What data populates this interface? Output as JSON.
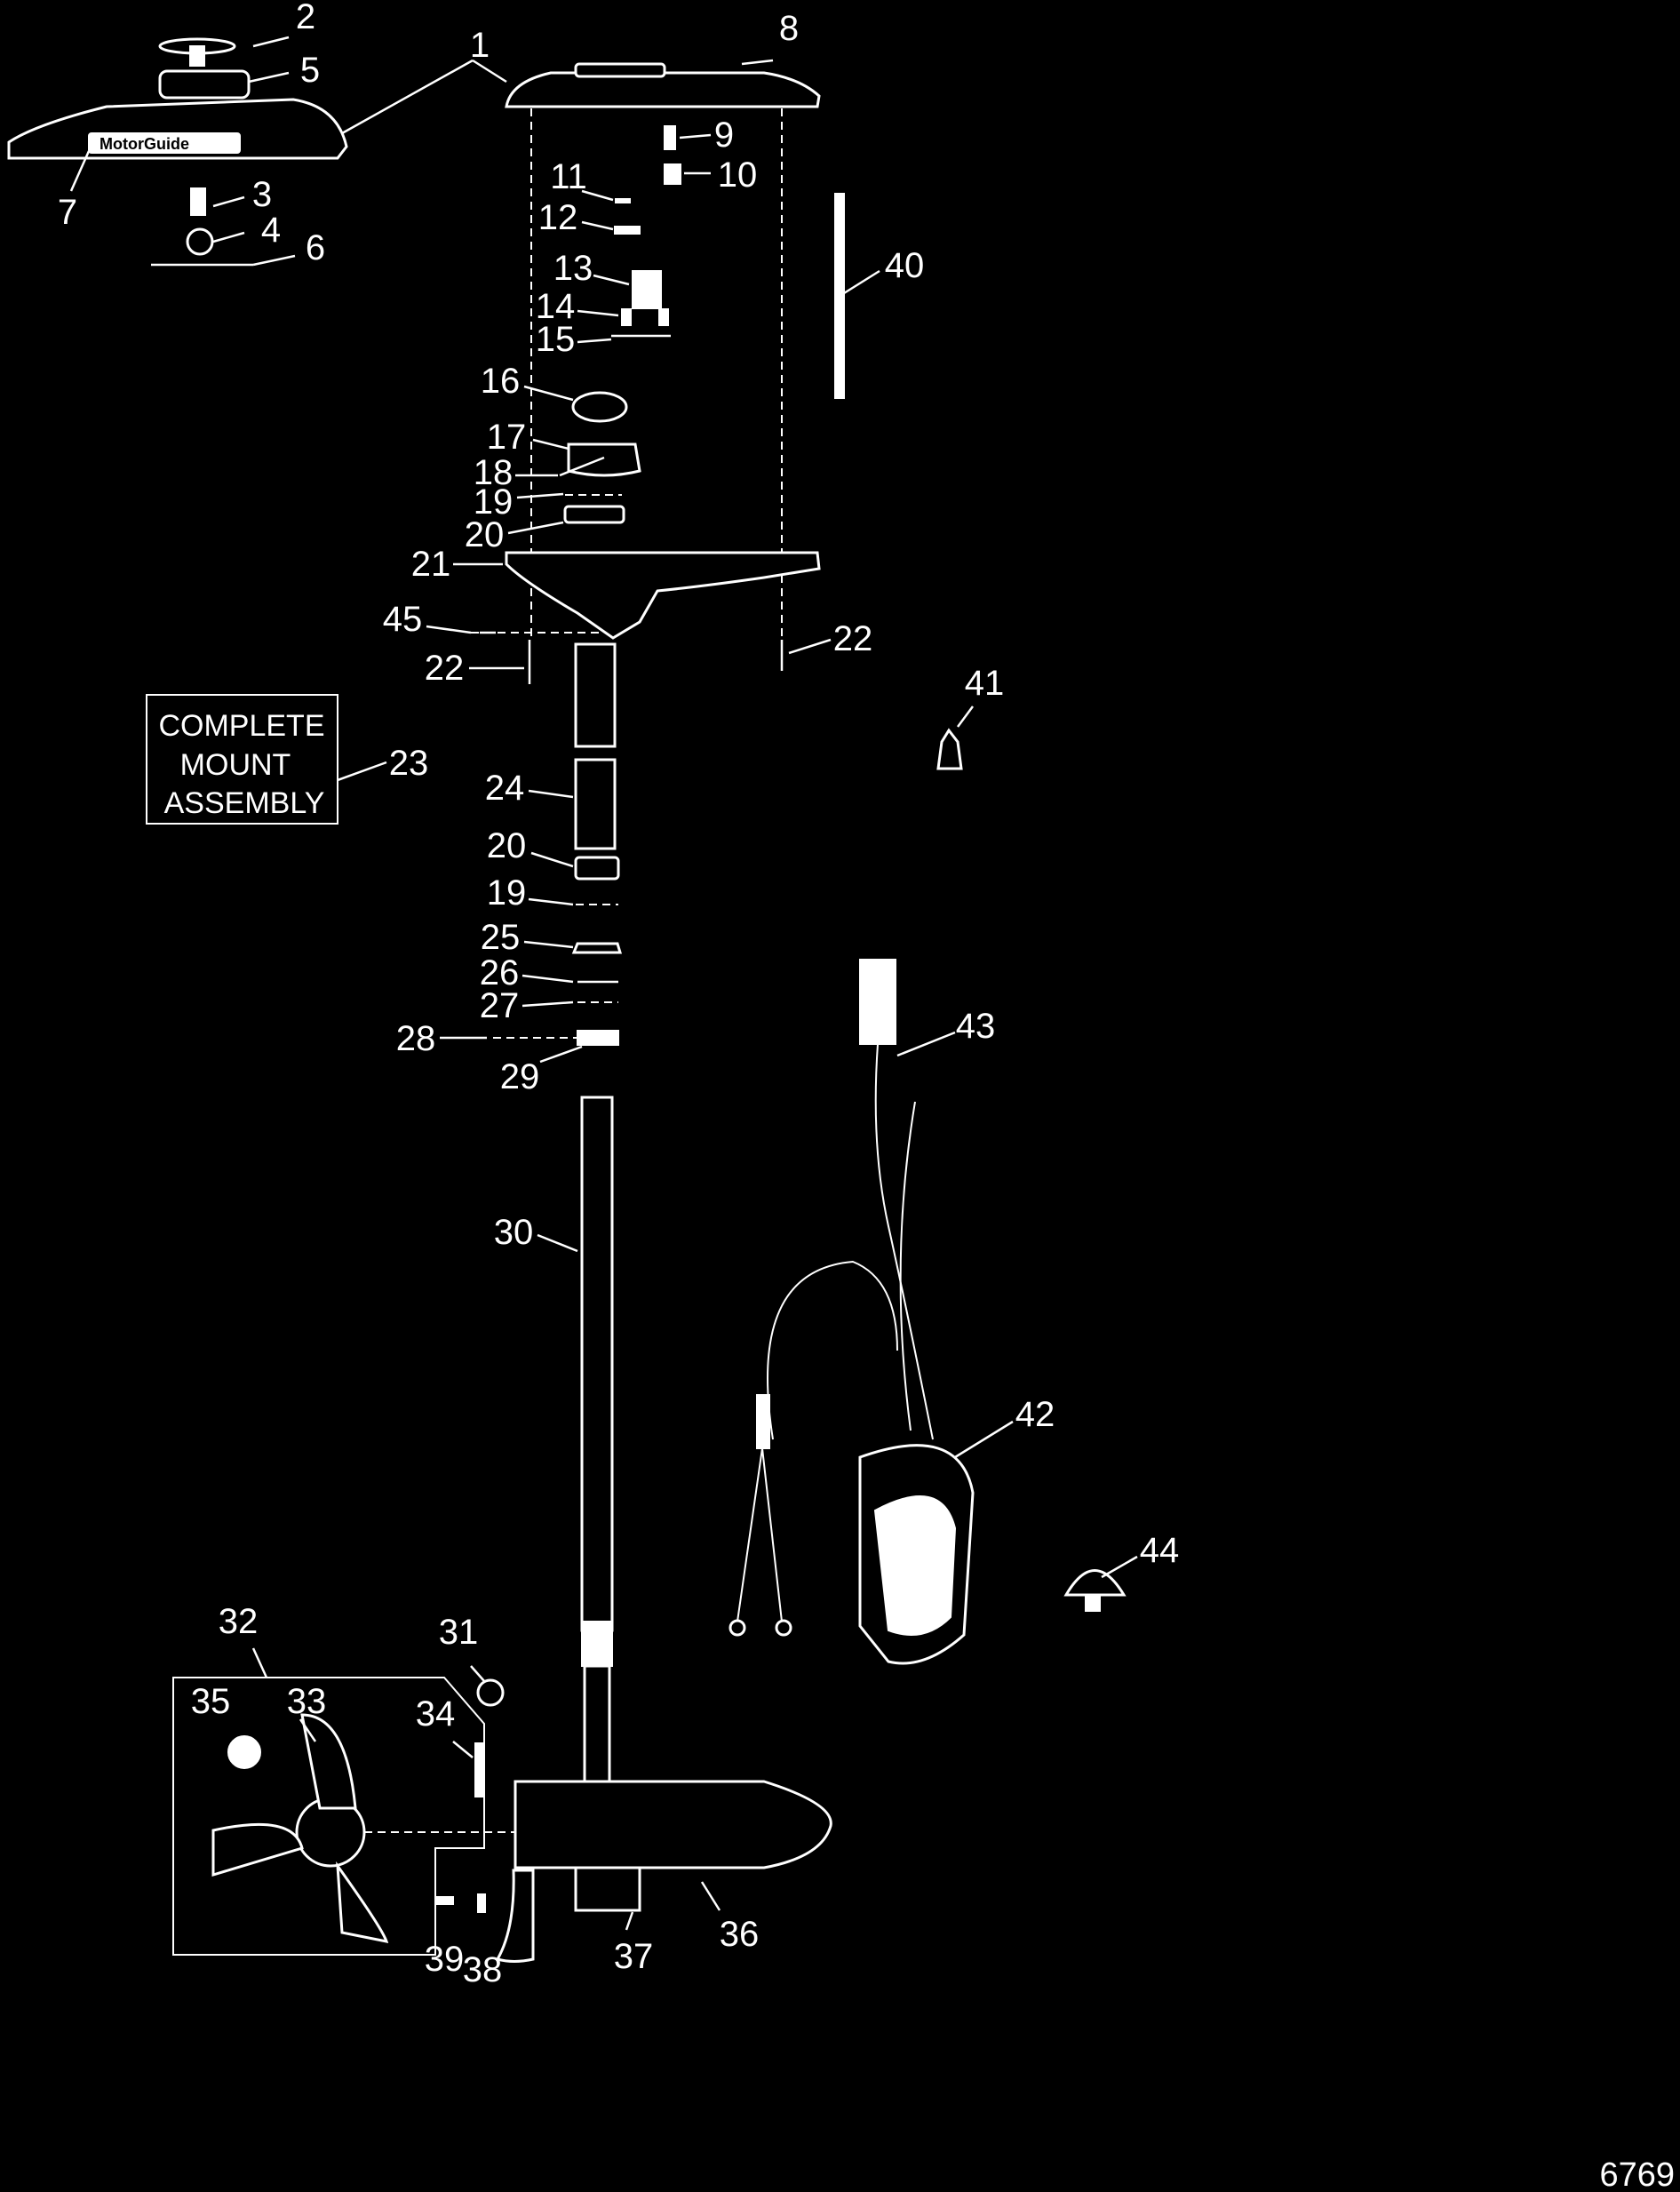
{
  "labels": [
    {
      "n": "1"
    },
    {
      "n": "2"
    },
    {
      "n": "3"
    },
    {
      "n": "4"
    },
    {
      "n": "5"
    },
    {
      "n": "6"
    },
    {
      "n": "7"
    },
    {
      "n": "8"
    },
    {
      "n": "9"
    },
    {
      "n": "10"
    },
    {
      "n": "11"
    },
    {
      "n": "12"
    },
    {
      "n": "13"
    },
    {
      "n": "14"
    },
    {
      "n": "15"
    },
    {
      "n": "16"
    },
    {
      "n": "17"
    },
    {
      "n": "18"
    },
    {
      "n": "19"
    },
    {
      "n": "20"
    },
    {
      "n": "21"
    },
    {
      "n": "45"
    },
    {
      "n": "22"
    },
    {
      "n": "22"
    },
    {
      "n": "23"
    },
    {
      "n": "24"
    },
    {
      "n": "20"
    },
    {
      "n": "19"
    },
    {
      "n": "25"
    },
    {
      "n": "26"
    },
    {
      "n": "27"
    },
    {
      "n": "28"
    },
    {
      "n": "29"
    },
    {
      "n": "30"
    },
    {
      "n": "40"
    },
    {
      "n": "41"
    },
    {
      "n": "43"
    },
    {
      "n": "42"
    },
    {
      "n": "44"
    },
    {
      "n": "31"
    },
    {
      "n": "32"
    },
    {
      "n": "35"
    },
    {
      "n": "33"
    },
    {
      "n": "34"
    },
    {
      "n": "39"
    },
    {
      "n": "38"
    },
    {
      "n": "37"
    },
    {
      "n": "36"
    }
  ],
  "callout_box": {
    "line1": "COMPLETE",
    "line2": "MOUNT",
    "line3": "ASSEMBLY"
  },
  "brand_mark": "MotorGuide",
  "figure_number": "6769",
  "colors": {
    "background": "#000000",
    "ink": "#ffffff"
  }
}
